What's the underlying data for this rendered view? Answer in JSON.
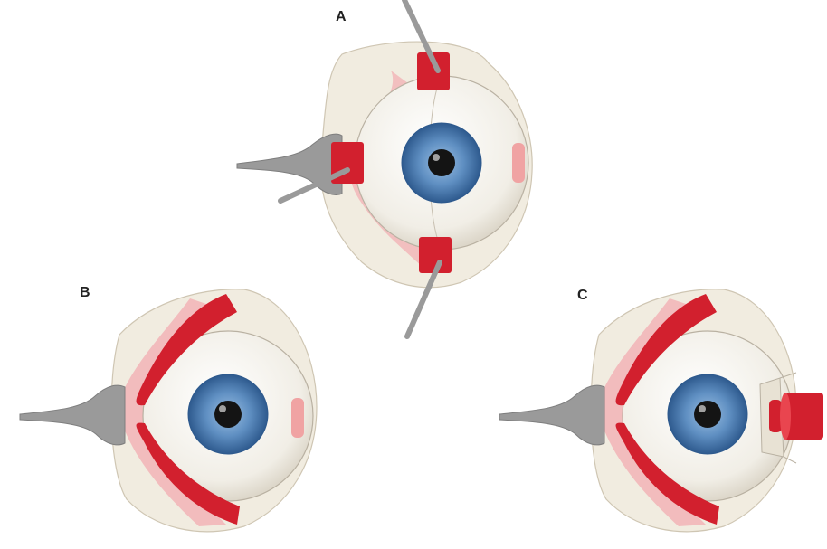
{
  "panels": [
    {
      "label": "A"
    },
    {
      "label": "B"
    },
    {
      "label": "C"
    }
  ],
  "colors": {
    "tissue": "#f1ece0",
    "tissue_edge": "#cfc6b3",
    "sclera": "#f4f1ea",
    "sclera_shadow": "#e2ddd2",
    "muscle": "#d2202e",
    "muscle_light": "#f2b7b9",
    "iris": "#5f8fc2",
    "iris_dark": "#2e5a8e",
    "pupil": "#141414",
    "instrument": "#9a9a9a",
    "instrument_dark": "#7e7e7e"
  },
  "icons": [
    "eye-illustration",
    "optic-nerve-stalk",
    "surgical-hook"
  ]
}
